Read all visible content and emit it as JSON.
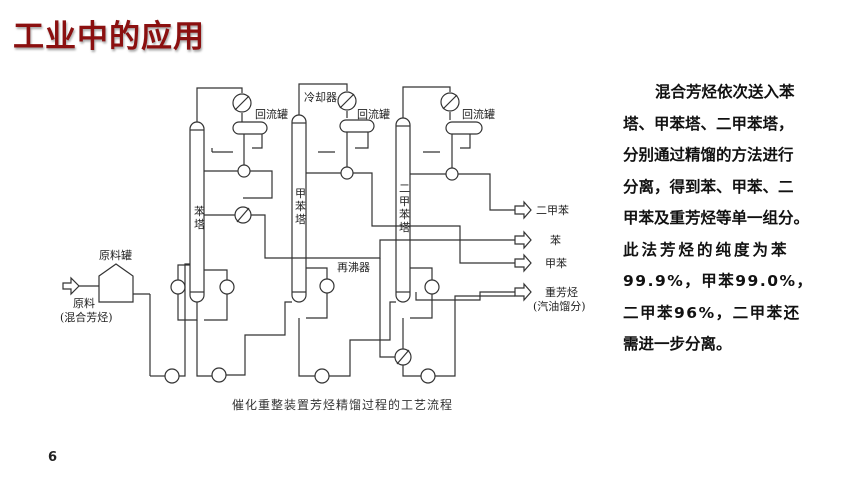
{
  "slide": {
    "title": "工业中的应用",
    "page_number": "6"
  },
  "diagram": {
    "caption": "催化重整装置芳烃精馏过程的工艺流程",
    "labels": {
      "feed_tank": "原料罐",
      "feed": "原料",
      "feed_note": "(混合芳烃)",
      "cooler": "冷却器",
      "reflux1": "回流罐",
      "reflux2": "回流罐",
      "reflux3": "回流罐",
      "reboiler": "再沸器",
      "col1_c1": "苯",
      "col1_c2": "塔",
      "col2_c1": "甲",
      "col2_c2": "苯",
      "col2_c3": "塔",
      "col3_c1": "二",
      "col3_c2": "甲",
      "col3_c3": "苯",
      "col3_c4": "塔"
    },
    "products": {
      "xylene": "二甲苯",
      "benzene": "苯",
      "toluene": "甲苯",
      "heavy": "重芳烃",
      "heavy_note": "(汽油馏分)"
    }
  },
  "description": {
    "line1": "混合芳烃依次送入苯",
    "line2": "塔、甲苯塔、二甲苯塔，",
    "line3": "分别通过精馏的方法进行",
    "line4": "分离，得到苯、甲苯、二",
    "line5": "甲苯及重芳烃等单一组分。",
    "line6": "此法芳烃的纯度为苯",
    "line7": "99.9%，甲苯99.0%，",
    "line8": "二甲苯96%，二甲苯还",
    "line9": "需进一步分离。"
  }
}
